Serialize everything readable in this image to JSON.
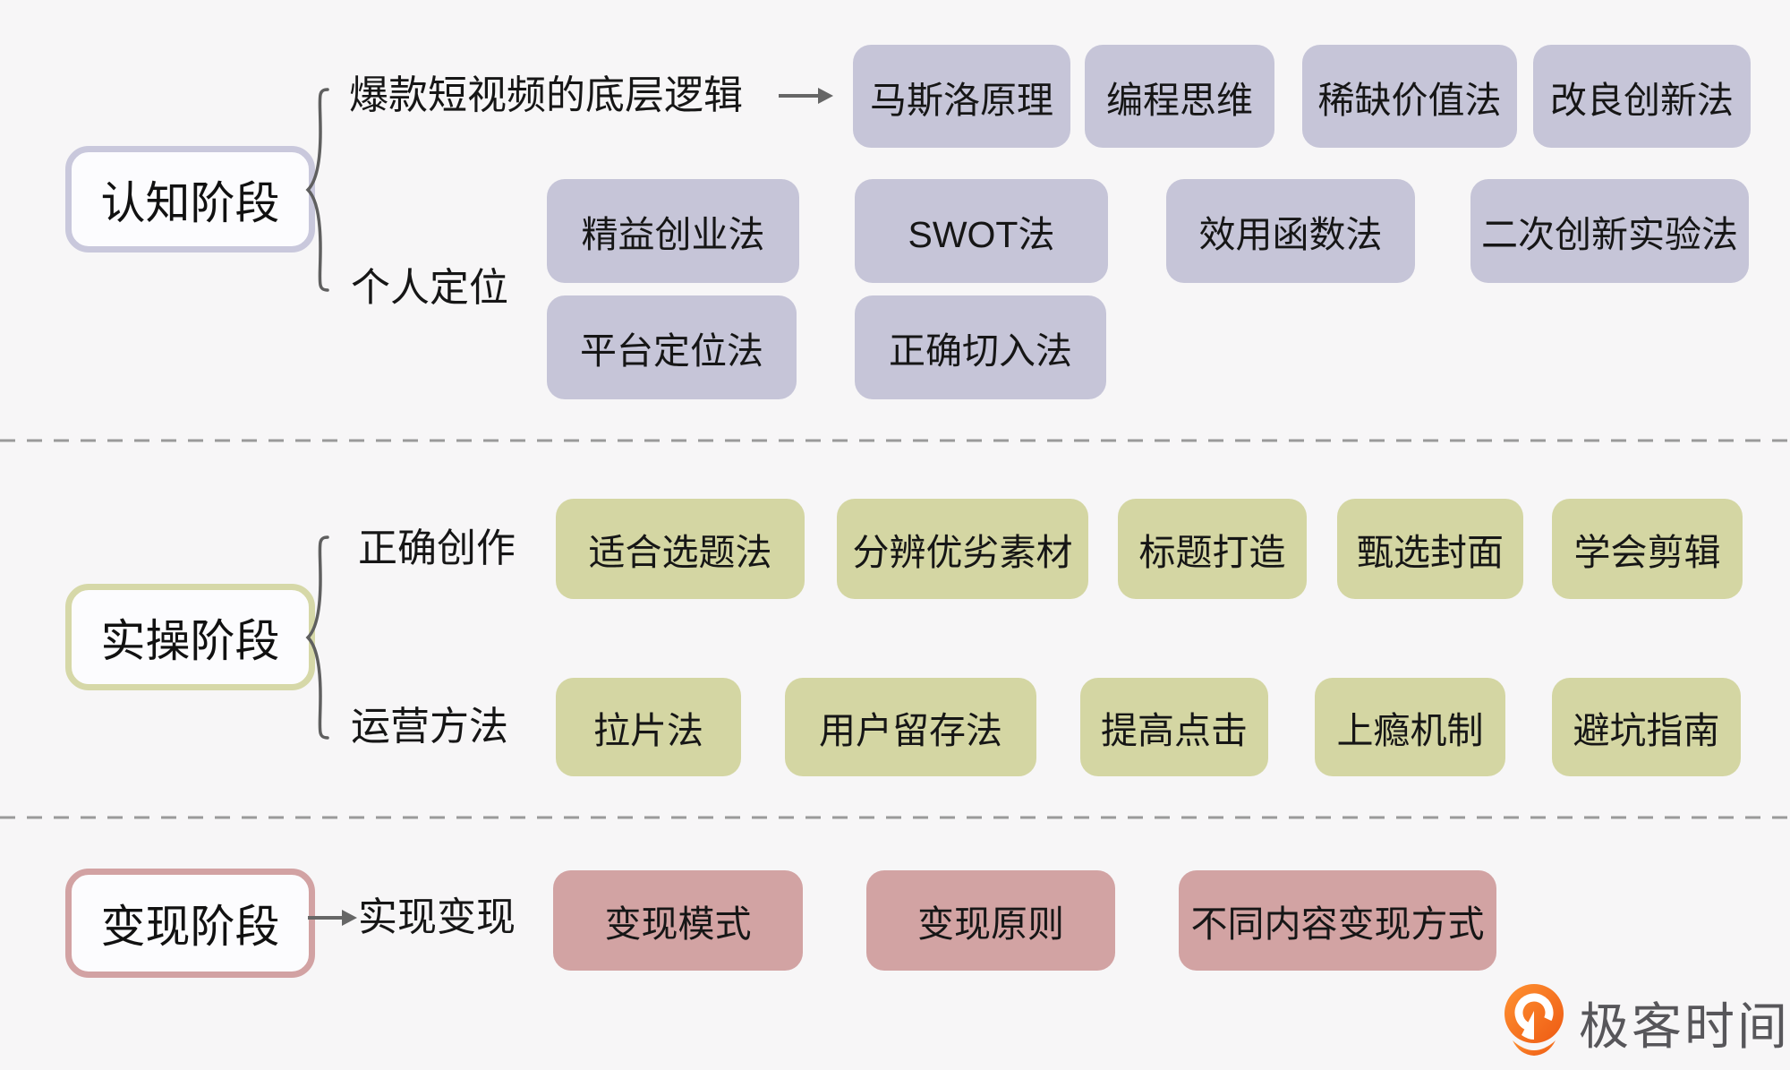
{
  "stages": {
    "cognition": {
      "label": "认知阶段"
    },
    "practice": {
      "label": "实操阶段"
    },
    "monetization": {
      "label": "变现阶段"
    }
  },
  "branches": {
    "logic": {
      "label": "爆款短视频的底层逻辑"
    },
    "positioning": {
      "label": "个人定位"
    },
    "creation": {
      "label": "正确创作"
    },
    "operation": {
      "label": "运营方法"
    },
    "realize": {
      "label": "实现变现"
    }
  },
  "nodes": {
    "logic": [
      "马斯洛原理",
      "编程思维",
      "稀缺价值法",
      "改良创新法"
    ],
    "positioning_row1": [
      "精益创业法",
      "SWOT法",
      "效用函数法",
      "二次创新实验法"
    ],
    "positioning_row2": [
      "平台定位法",
      "正确切入法"
    ],
    "creation": [
      "适合选题法",
      "分辨优劣素材",
      "标题打造",
      "甄选封面",
      "学会剪辑"
    ],
    "operation": [
      "拉片法",
      "用户留存法",
      "提高点击",
      "上瘾机制",
      "避坑指南"
    ],
    "realize": [
      "变现模式",
      "变现原则",
      "不同内容变现方式"
    ]
  },
  "watermark": {
    "brand": "极客时间"
  },
  "colors": {
    "background": "#f7f6f7",
    "purple_fill": "#c6c5d8",
    "purple_border": "#c9c8dc",
    "green_fill": "#d4d6a3",
    "green_border": "#d6d8a8",
    "pink_fill": "#d2a3a3",
    "pink_border": "#d2a2a3",
    "connector_gray": "#5f5f5f",
    "divider_gray": "#9a9a9a",
    "logo_orange": "#f26522",
    "logo_text_gray": "#57565a"
  }
}
